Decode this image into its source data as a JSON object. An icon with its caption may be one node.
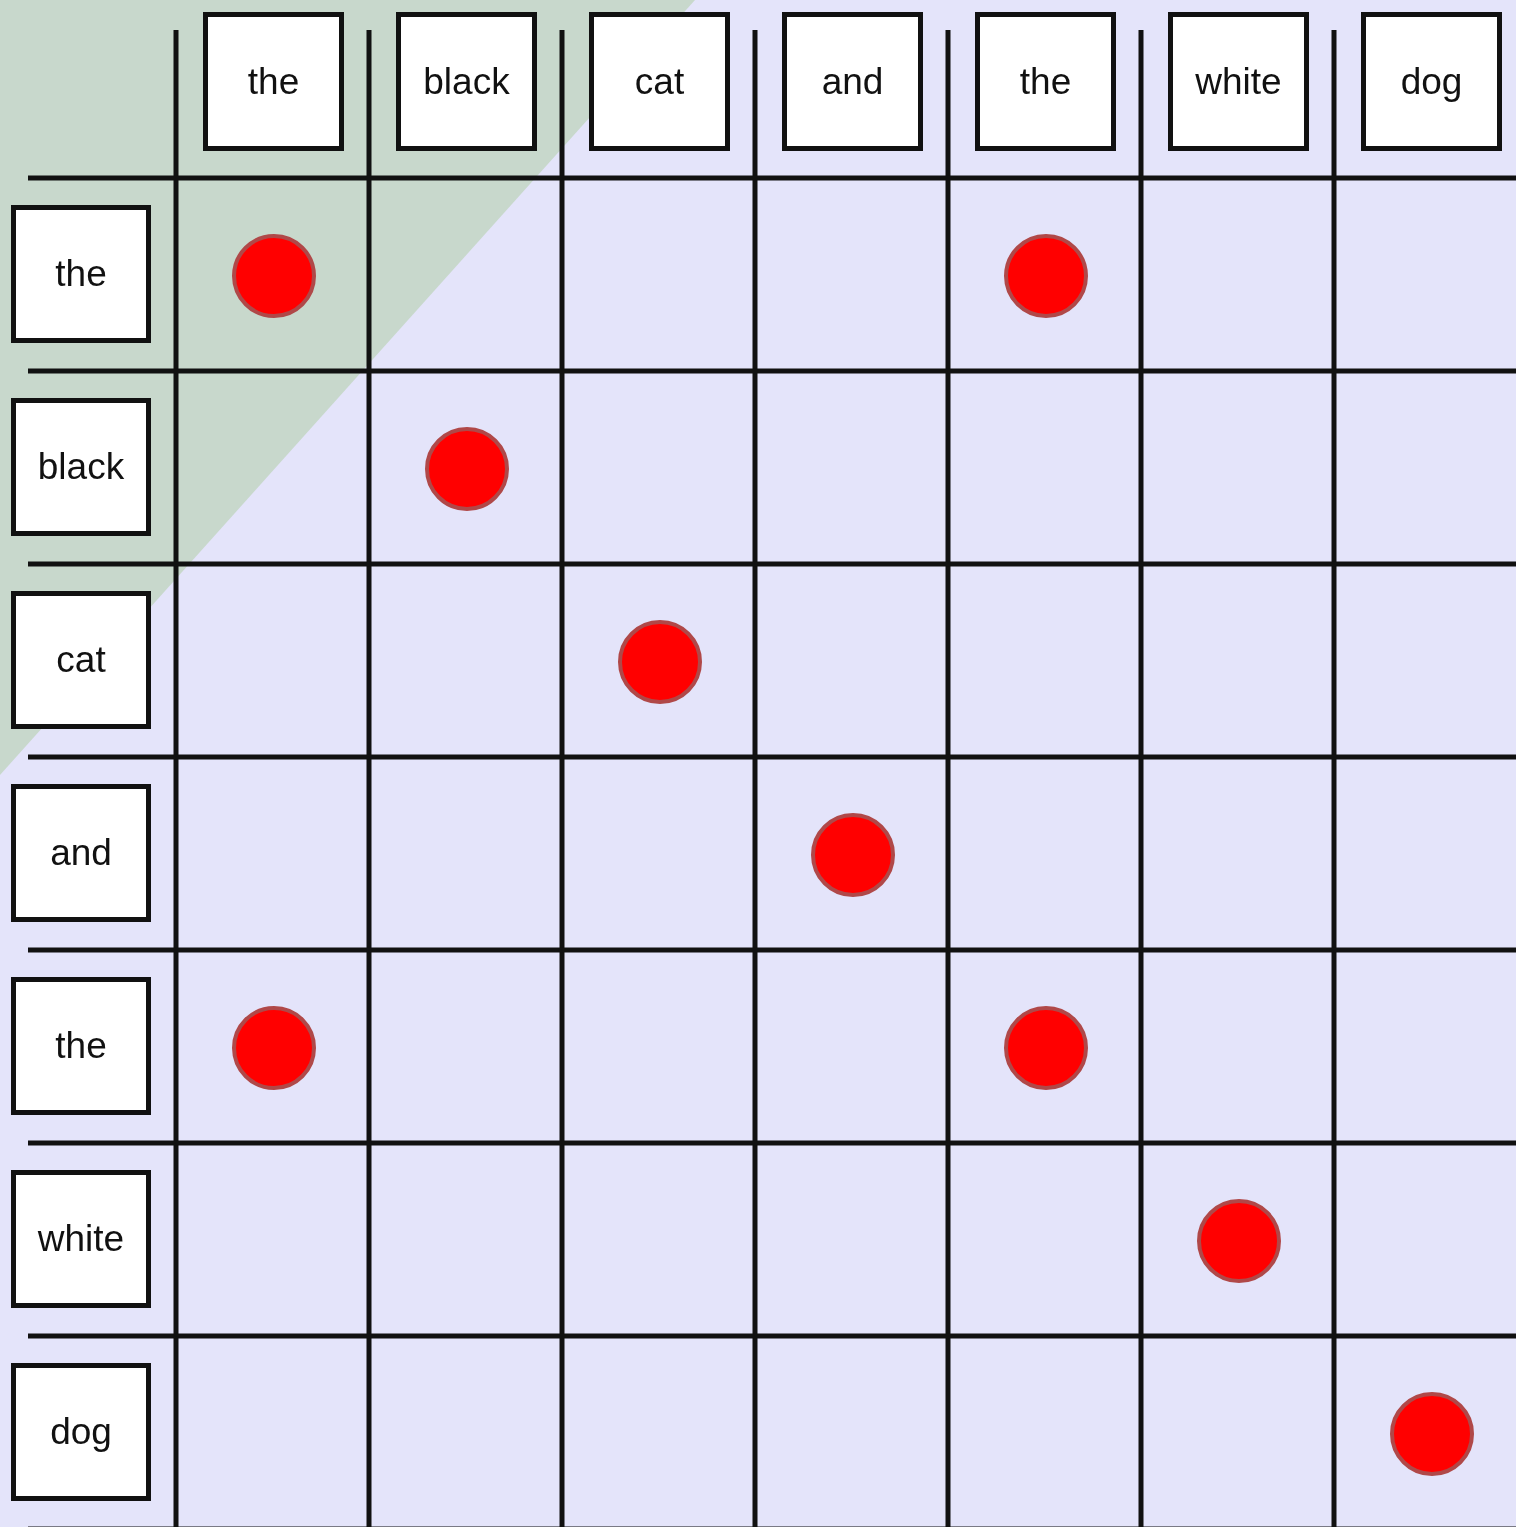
{
  "diagram": {
    "nodes": [
      {
        "text": [
          "the"
        ]
      },
      {
        "text": [
          "black"
        ]
      },
      {
        "text": [
          "cat"
        ]
      },
      {
        "text": [
          "and"
        ]
      },
      {
        "text": [
          "the"
        ]
      },
      {
        "text": [
          "white"
        ]
      },
      {
        "text": [
          "dog"
        ]
      },
      {
        "text": [
          "the"
        ]
      },
      {
        "text": [],
        "shape": "circle"
      },
      {
        "text": [],
        "shape": "circle"
      },
      {
        "text": [
          "black"
        ]
      },
      {
        "text": [],
        "shape": "circle"
      },
      {
        "text": [
          "cat"
        ]
      },
      {
        "text": [],
        "shape": "circle"
      },
      {
        "text": [
          "and"
        ]
      },
      {
        "text": [],
        "shape": "circle"
      },
      {
        "text": [
          "the"
        ]
      },
      {
        "text": [],
        "shape": "circle"
      },
      {
        "text": [],
        "shape": "circle"
      },
      {
        "text": [
          "white"
        ]
      },
      {
        "text": [],
        "shape": "circle"
      },
      {
        "text": [
          "dog"
        ]
      },
      {
        "text": [],
        "shape": "circle"
      }
    ]
  }
}
